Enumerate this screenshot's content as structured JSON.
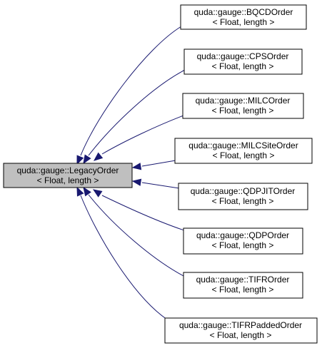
{
  "diagram": {
    "edge_color": "#191970",
    "base_fill": "#bfbfbf",
    "base": {
      "line1": "quda::gauge::LegacyOrder",
      "line2": "< Float, length >"
    },
    "derived": [
      {
        "line1": "quda::gauge::BQCDOrder",
        "line2": "< Float, length >"
      },
      {
        "line1": "quda::gauge::CPSOrder",
        "line2": "< Float, length >"
      },
      {
        "line1": "quda::gauge::MILCOrder",
        "line2": "< Float, length >"
      },
      {
        "line1": "quda::gauge::MILCSiteOrder",
        "line2": "< Float, length >"
      },
      {
        "line1": "quda::gauge::QDPJITOrder",
        "line2": "< Float, length >"
      },
      {
        "line1": "quda::gauge::QDPOrder",
        "line2": "< Float, length >"
      },
      {
        "line1": "quda::gauge::TIFROrder",
        "line2": "< Float, length >"
      },
      {
        "line1": "quda::gauge::TIFRPaddedOrder",
        "line2": "< Float, length >"
      }
    ]
  }
}
